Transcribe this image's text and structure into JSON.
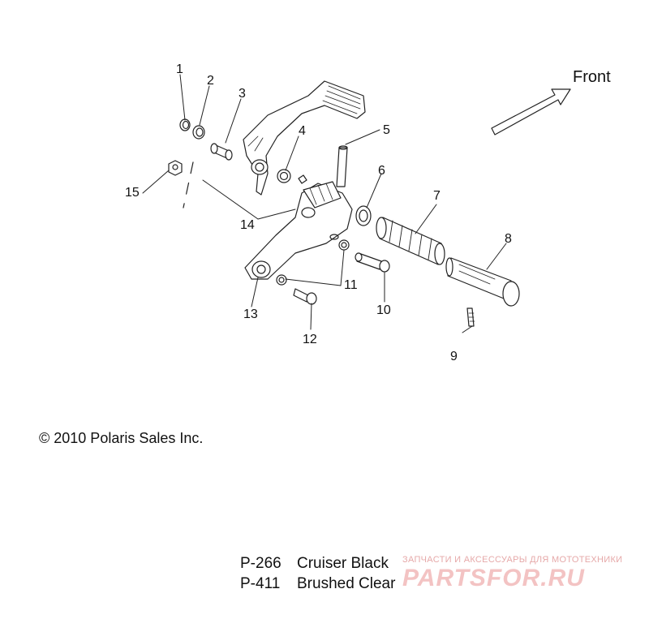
{
  "diagram": {
    "direction_label": "Front",
    "copyright": "© 2010 Polaris Sales Inc.",
    "callouts": [
      "1",
      "2",
      "3",
      "4",
      "5",
      "6",
      "7",
      "8",
      "9",
      "10",
      "11",
      "12",
      "13",
      "14",
      "15"
    ],
    "variants": [
      {
        "code": "P-266",
        "name": "Cruiser Black"
      },
      {
        "code": "P-411",
        "name": "Brushed Clear"
      }
    ]
  },
  "watermark": {
    "tagline": "ЗАПЧАСТИ И АКСЕССУАРЫ ДЛЯ МОТОТЕХНИКИ",
    "logo": "PARTSFOR.RU"
  },
  "colors": {
    "ink": "#111111",
    "watermark": "#f0b7b7",
    "background": "#ffffff"
  }
}
